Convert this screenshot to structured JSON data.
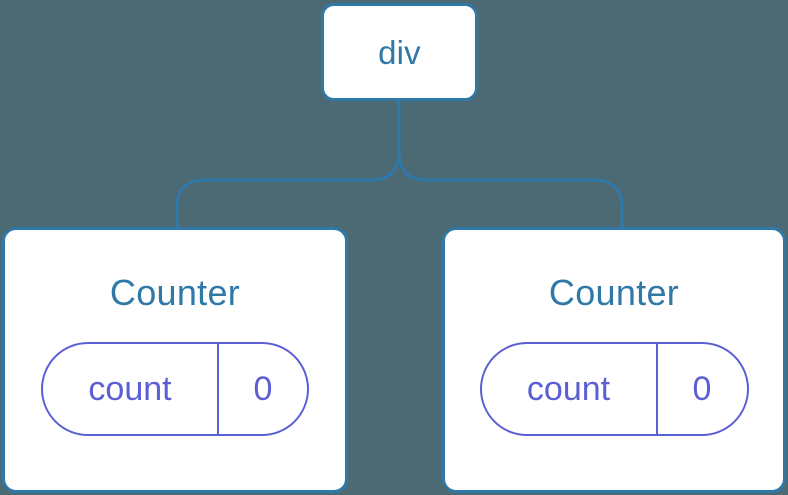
{
  "diagram": {
    "type": "component-tree",
    "background_color": "#4c6a73",
    "node_border_color": "#2f78a8",
    "node_text_color": "#2f78a8",
    "node_fill_color": "#ffffff",
    "state_badge_color": "#5c5fd4",
    "connector_color": "#2f78a8",
    "root": {
      "label": "div"
    },
    "children": [
      {
        "label": "Counter",
        "state": {
          "key": "count",
          "value": "0"
        }
      },
      {
        "label": "Counter",
        "state": {
          "key": "count",
          "value": "0"
        }
      }
    ]
  }
}
